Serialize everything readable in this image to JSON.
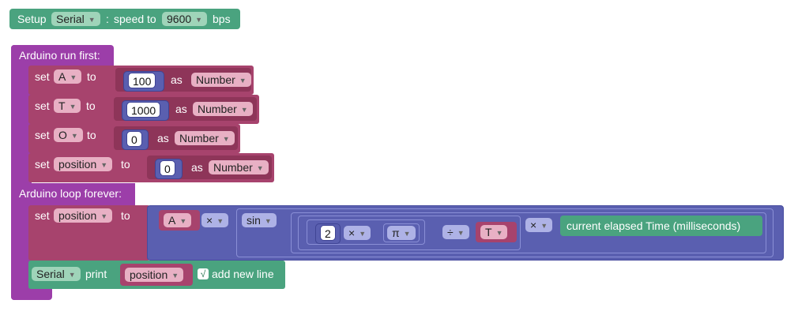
{
  "setup": {
    "label": "Setup",
    "port": "Serial",
    "colon_label": ":",
    "speed_label": "speed to",
    "baud": "9600",
    "unit": "bps"
  },
  "run_first": {
    "title": "Arduino run first:",
    "rows": [
      {
        "set_label": "set",
        "var": "A",
        "to_label": "to",
        "value": "100",
        "as_label": "as",
        "type": "Number"
      },
      {
        "set_label": "set",
        "var": "T",
        "to_label": "to",
        "value": "1000",
        "as_label": "as",
        "type": "Number"
      },
      {
        "set_label": "set",
        "var": "O",
        "to_label": "to",
        "value": "0",
        "as_label": "as",
        "type": "Number"
      },
      {
        "set_label": "set",
        "var": "position",
        "to_label": "to",
        "value": "0",
        "as_label": "as",
        "type": "Number"
      }
    ]
  },
  "loop": {
    "title": "Arduino loop forever:",
    "set_label": "set",
    "var": "position",
    "to_label": "to",
    "expr": {
      "a_var": "A",
      "times_op": "×",
      "sin_label": "sin",
      "two": "2",
      "times2_op": "×",
      "pi": "π",
      "div_op": "÷",
      "t_var": "T",
      "times3_op": "×",
      "time_label": "current elapsed Time (milliseconds)"
    },
    "print": {
      "port": "Serial",
      "print_label": "print",
      "var": "position",
      "check": "√",
      "newline_label": "add new line"
    }
  },
  "colors": {
    "setup_green": "#4aa37f",
    "arduino_purple": "#9c3ea9",
    "variable_maroon": "#a7436d",
    "math_blue": "#5a5fb0"
  }
}
